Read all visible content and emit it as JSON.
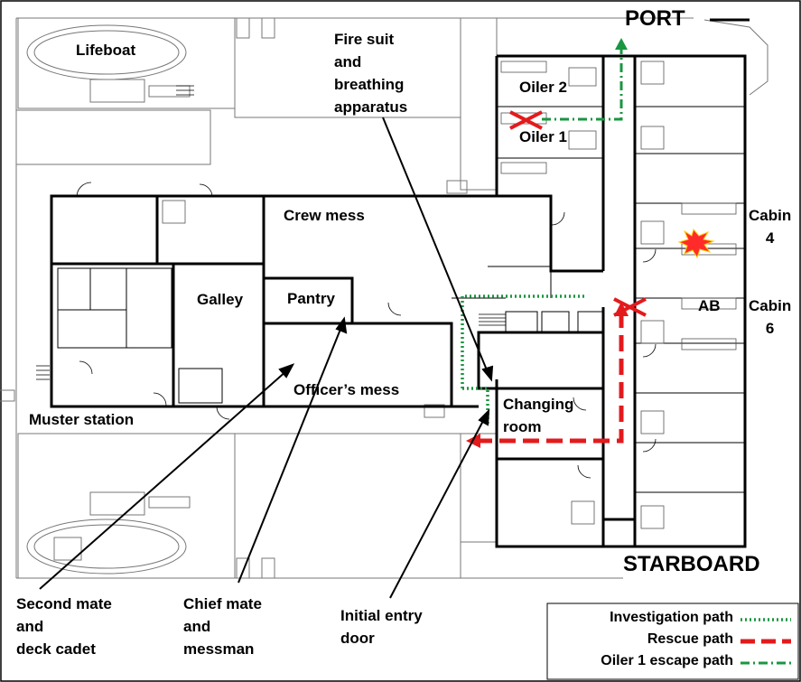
{
  "orientation": {
    "port": "PORT",
    "starboard": "STARBOARD"
  },
  "rooms": {
    "lifeboat": "Lifeboat",
    "oiler2": "Oiler 2",
    "oiler1": "Oiler 1",
    "crew_mess": "Crew mess",
    "galley": "Galley",
    "pantry": "Pantry",
    "officers_mess": "Officer’s mess",
    "muster_station": "Muster station",
    "changing_room": "Changing\nroom",
    "cabin4": "Cabin\n4",
    "cabin6": "Cabin\n6",
    "ab": "AB"
  },
  "callouts": {
    "fire_suit": "Fire suit\nand\nbreathing\napparatus",
    "second_mate": "Second mate\nand\ndeck cadet",
    "chief_mate": "Chief mate\nand\nmessman",
    "initial_entry": "Initial entry\ndoor"
  },
  "legend": {
    "items": [
      {
        "label": "Investigation path",
        "color": "#1a9641",
        "style": "dotted"
      },
      {
        "label": "Rescue path",
        "color": "#e31a1c",
        "style": "dashed"
      },
      {
        "label": "Oiler 1 escape path",
        "color": "#1a9641",
        "style": "dashdot"
      }
    ]
  },
  "colors": {
    "investigation": "#1a9641",
    "rescue": "#e31a1c",
    "fire": "#ff2a2a"
  }
}
